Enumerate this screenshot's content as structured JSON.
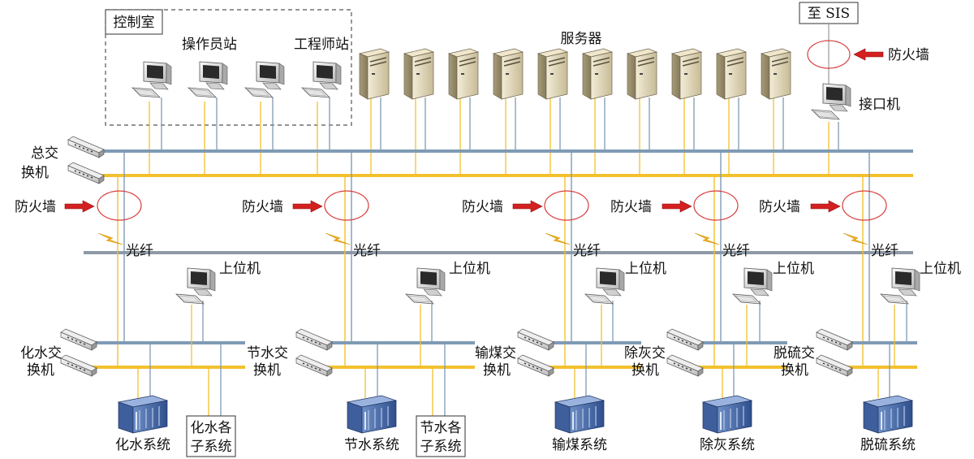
{
  "control_room": {
    "label": "控制室",
    "operator_station": "操作员站",
    "engineer_station": "工程师站"
  },
  "servers_label": "服务器",
  "sis_label": "至 SIS",
  "top_firewall_label": "防火墙",
  "interface_machine": "接口机",
  "main_switch": [
    "总交",
    "换机"
  ],
  "firewall_label": "防火墙",
  "fiber_label": "光纤",
  "host_label": "上位机",
  "subsystems": [
    {
      "switch": [
        "化水交",
        "换机"
      ],
      "system": "化水系统",
      "sub_box": [
        "化水各",
        "子系统"
      ]
    },
    {
      "switch": [
        "节水交",
        "换机"
      ],
      "system": "节水系统",
      "sub_box": [
        "节水各",
        "子系统"
      ]
    },
    {
      "switch": [
        "输煤交",
        "换机"
      ],
      "system": "输煤系统",
      "sub_box": null
    },
    {
      "switch": [
        "除灰交",
        "换机"
      ],
      "system": "除灰系统",
      "sub_box": null
    },
    {
      "switch": [
        "脱硫交",
        "换机"
      ],
      "system": "脱硫系统",
      "sub_box": null
    }
  ],
  "colors": {
    "blue_bus": "#7f9bb5",
    "yellow_bus": "#f2c12e",
    "gray_bus": "#8e9aa5",
    "firewall_ring": "#d94040",
    "arrow": "#d42020"
  }
}
